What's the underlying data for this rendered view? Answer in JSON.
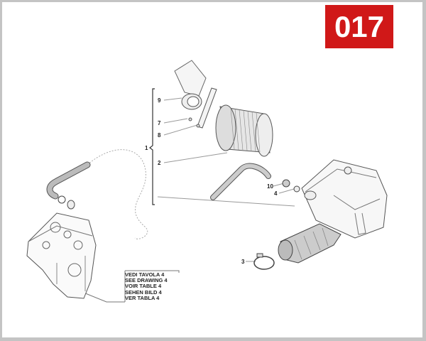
{
  "page_number_badge": "017",
  "badge_color": "#d01818",
  "callouts": [
    {
      "id": "9",
      "label": "9"
    },
    {
      "id": "7",
      "label": "7"
    },
    {
      "id": "8",
      "label": "8"
    },
    {
      "id": "1",
      "label": "1"
    },
    {
      "id": "2",
      "label": "2"
    },
    {
      "id": "10",
      "label": "10"
    },
    {
      "id": "4",
      "label": "4"
    },
    {
      "id": "3",
      "label": "3"
    }
  ],
  "reference_note": {
    "lines": [
      "VEDI TAVOLA 4",
      "SEE DRAWING 4",
      "VOIR TABLE 4",
      "SEHEN BILD 4",
      "VER TABLA 4"
    ]
  },
  "components": [
    "air-filter-element",
    "airbox",
    "intake-duct",
    "breather-hose",
    "cylinder-head",
    "hose-clamp",
    "filter-bracket",
    "duct-elbow",
    "drain-hose"
  ]
}
